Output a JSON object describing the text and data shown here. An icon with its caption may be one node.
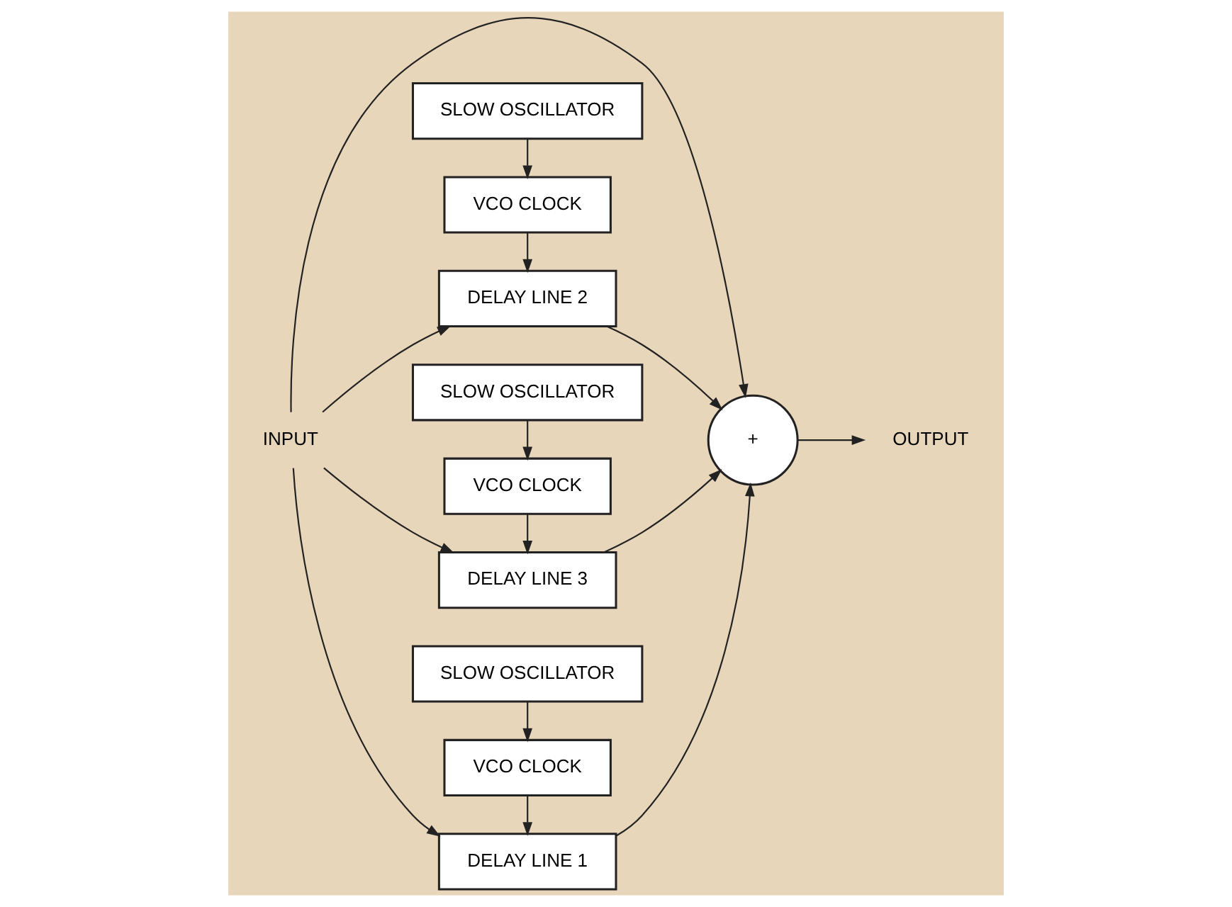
{
  "diagram": {
    "nodes": [
      {
        "text": [
          "INPUT"
        ]
      },
      {
        "text": [
          "DELAY LINE 1"
        ]
      },
      {
        "text": [
          "VCO CLOCK"
        ]
      },
      {
        "text": [
          "SLOW OSCILLATOR"
        ]
      },
      {
        "text": [
          "DELAY LINE 2"
        ]
      },
      {
        "text": [
          "VCO CLOCK"
        ]
      },
      {
        "text": [
          "SLOW OSCILLATOR"
        ]
      },
      {
        "text": [
          "DELAY LINE 3"
        ]
      },
      {
        "text": [
          "VCO CLOCK"
        ]
      },
      {
        "text": [
          "SLOW OSCILLATOR"
        ]
      },
      {
        "text": [
          "+"
        ]
      },
      {
        "text": [
          "OUTPUT"
        ]
      }
    ],
    "edges": [
      {
        "from": 0,
        "to": 10,
        "arrow": "to"
      },
      {
        "from": 0,
        "to": 1,
        "arrow": "to"
      },
      {
        "from": 3,
        "to": 2,
        "arrow": "to"
      },
      {
        "from": 2,
        "to": 1,
        "arrow": "to"
      },
      {
        "from": 0,
        "to": 4,
        "arrow": "to"
      },
      {
        "from": 6,
        "to": 5,
        "arrow": "to"
      },
      {
        "from": 5,
        "to": 4,
        "arrow": "to"
      },
      {
        "from": 0,
        "to": 7,
        "arrow": "to"
      },
      {
        "from": 9,
        "to": 8,
        "arrow": "to"
      },
      {
        "from": 8,
        "to": 7,
        "arrow": "to"
      },
      {
        "from": 1,
        "to": 10,
        "arrow": "to"
      },
      {
        "from": 4,
        "to": 10,
        "arrow": "to"
      },
      {
        "from": 7,
        "to": 10,
        "arrow": "to"
      },
      {
        "from": 10,
        "to": 11,
        "arrow": "to"
      }
    ]
  }
}
